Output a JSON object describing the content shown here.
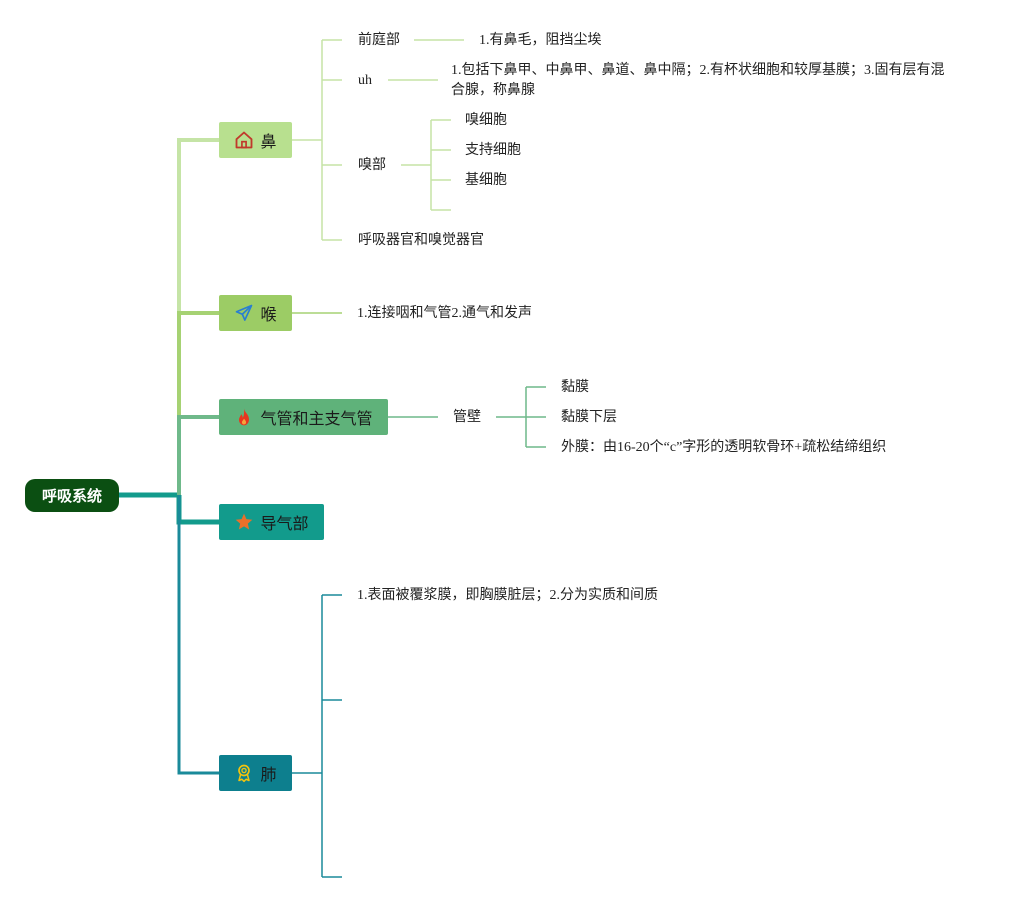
{
  "root": {
    "label": "呼吸系统"
  },
  "branches": {
    "nose": {
      "label": "鼻",
      "icon": "house-icon",
      "color": "#b8e08f",
      "children": {
        "vestibule": {
          "label": "前庭部",
          "desc": "1.有鼻毛，阻挡尘埃"
        },
        "respiratory": {
          "label": "uh",
          "desc": "1.包括下鼻甲、中鼻甲、鼻道、鼻中隔；2.有杯状细胞和较厚基膜；3.固有层有混合腺，称鼻腺"
        },
        "olfactory": {
          "label": "嗅部",
          "cells": [
            "嗅细胞",
            "支持细胞",
            "基细胞",
            ""
          ]
        },
        "function": {
          "label": "呼吸器官和嗅觉器官"
        }
      }
    },
    "larynx": {
      "label": "喉",
      "icon": "paper-plane-icon",
      "color": "#9ccc65",
      "desc": "1.连接咽和气管2.通气和发声"
    },
    "trachea": {
      "label": "气管和主支气管",
      "icon": "fire-icon",
      "color": "#5fb27a",
      "wall": {
        "label": "管壁",
        "layers": [
          "黏膜",
          "黏膜下层",
          "外膜：由16-20个“c”字形的透明软骨环+疏松结缔组织"
        ]
      }
    },
    "conducting": {
      "label": "导气部",
      "icon": "star-icon",
      "color": "#129b8c"
    },
    "lung": {
      "label": "肺",
      "icon": "award-icon",
      "color": "#0d7f8e",
      "items": [
        "1.表面被覆浆膜，即胸膜脏层；2.分为实质和间质",
        "",
        ""
      ]
    }
  },
  "colors": {
    "line_nose": "#c5e4a6",
    "line_larynx": "#a6d273",
    "line_trachea": "#6fb98a",
    "line_conducting": "#129b8c",
    "line_lung": "#1a8a9a",
    "icon_house": "#c0392b",
    "icon_plane": "#2a7fd0",
    "icon_fire": "#e8351f",
    "icon_star": "#e8702a",
    "icon_award": "#f1c40f"
  }
}
